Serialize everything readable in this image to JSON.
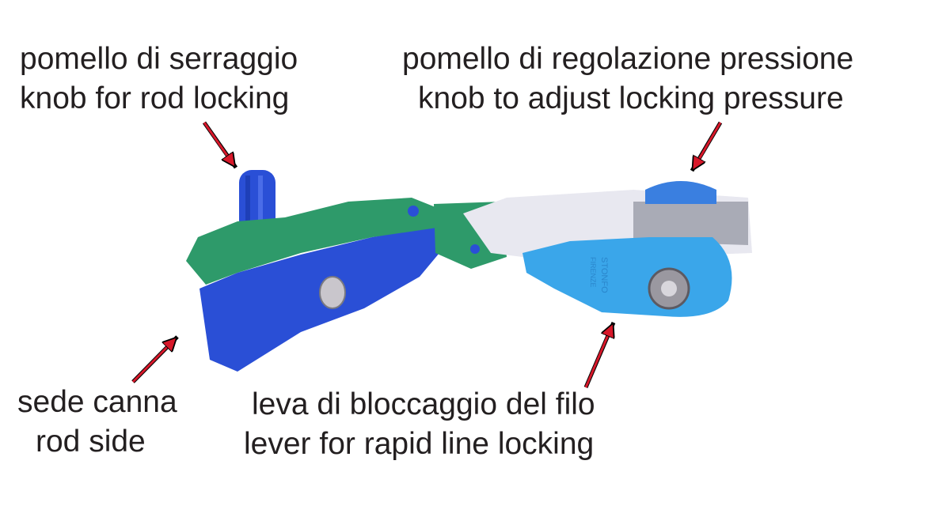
{
  "labels": {
    "rod_knob": {
      "it": "pomello di serraggio",
      "en": "knob for rod locking"
    },
    "pressure_knob": {
      "it": "pomello di regolazione pressione",
      "en": "knob to adjust locking pressure"
    },
    "rod_side": {
      "it": "sede canna",
      "en": "rod side"
    },
    "line_lever": {
      "it": "leva di bloccaggio del filo",
      "en": "lever for rapid line locking"
    }
  },
  "brand_mark": {
    "line1": "STONFO",
    "line2": "FIRENZE"
  },
  "colors": {
    "arrow": "#d7182a",
    "blue": "#2a4fd6",
    "green": "#2e9a6a",
    "light_blue": "#3aa6ea",
    "white_part": "#e8e8f0",
    "gray_part": "#a9abb6"
  }
}
